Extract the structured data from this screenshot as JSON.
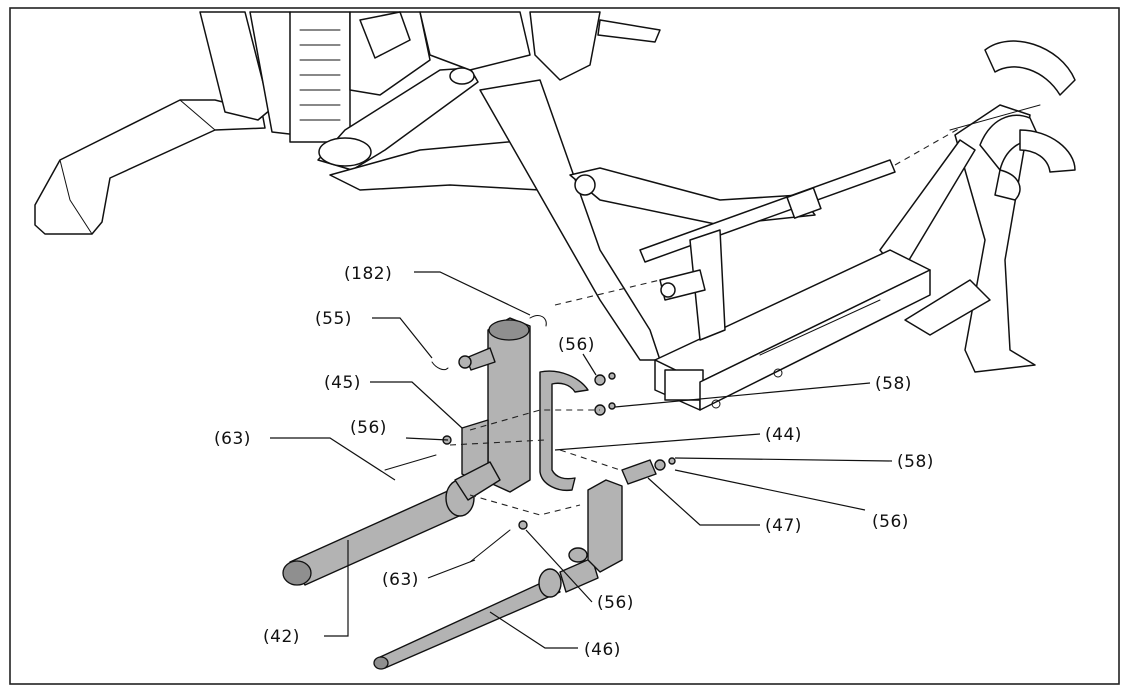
{
  "callouts": {
    "c182": "(182)",
    "c55": "(55)",
    "c56_top": "(56)",
    "c45": "(45)",
    "c58_top": "(58)",
    "c56_left": "(56)",
    "c44": "(44)",
    "c63_top": "(63)",
    "c58_right": "(58)",
    "c56_right": "(56)",
    "c47": "(47)",
    "c63_bottom": "(63)",
    "c56_bottom": "(56)",
    "c42": "(42)",
    "c46": "(46)"
  }
}
